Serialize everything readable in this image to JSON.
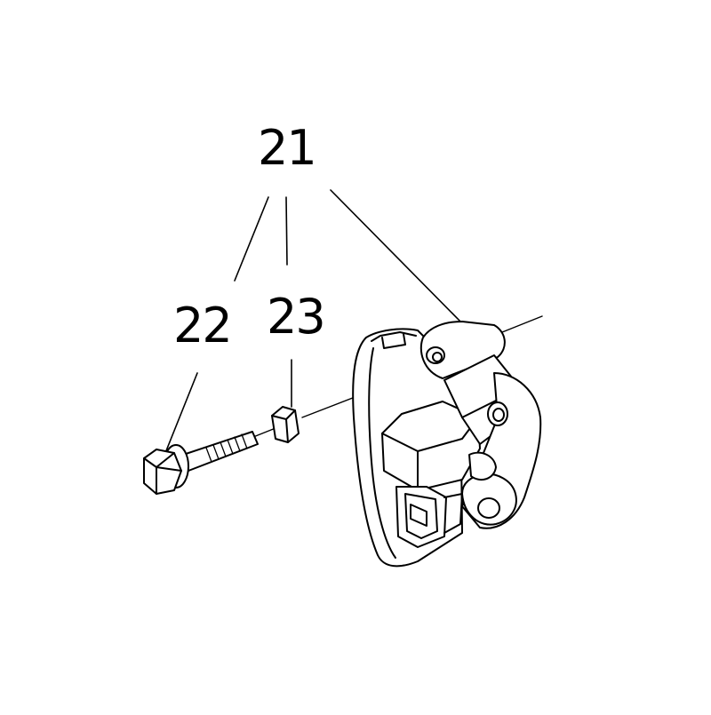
{
  "diagram": {
    "callouts": {
      "assembly": "21",
      "bolt": "22",
      "sleeve": "23"
    },
    "line_color": "#000000",
    "fill_color": "#ffffff"
  }
}
